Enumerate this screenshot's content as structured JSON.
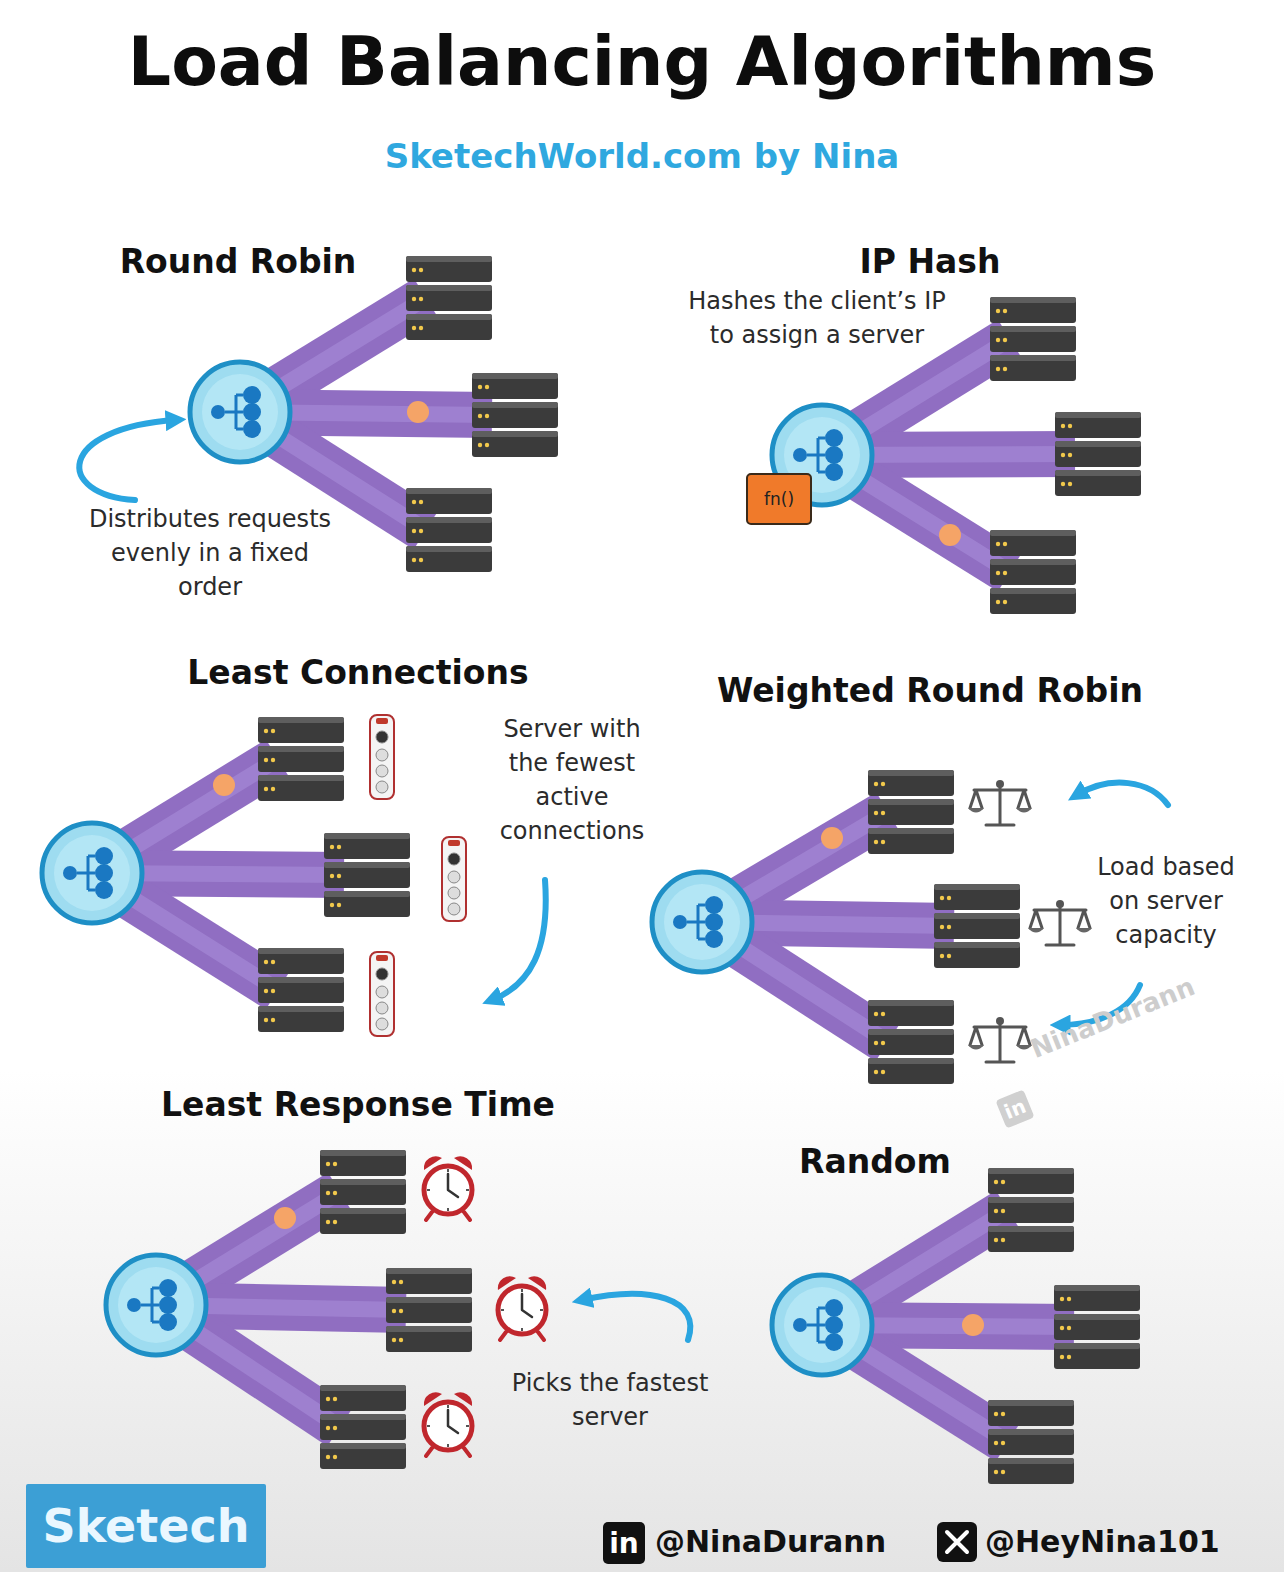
{
  "diagram": {
    "title": "Load Balancing Algorithms",
    "nodes": [
      {
        "text": [
          "fn()"
        ]
      },
      {
        "text": [
          "in"
        ]
      },
      {
        "text": [
          "Sketech"
        ]
      },
      {
        "text": [
          "in"
        ]
      }
    ],
    "labels": [
      "SketechWorld.com by Nina",
      "Round Robin",
      "Distributes requests evenly in a fixed order",
      "IP Hash",
      "Hashes the client’s IP to assign a server",
      "Least Connections",
      "Server with the fewest active connections",
      "Weighted Round Robin",
      "Load based on server capacity",
      "NinaDurann",
      "Least Response Time",
      "Picks the fastest server",
      "Random",
      "@NinaDurann",
      "@HeyNina101"
    ]
  }
}
